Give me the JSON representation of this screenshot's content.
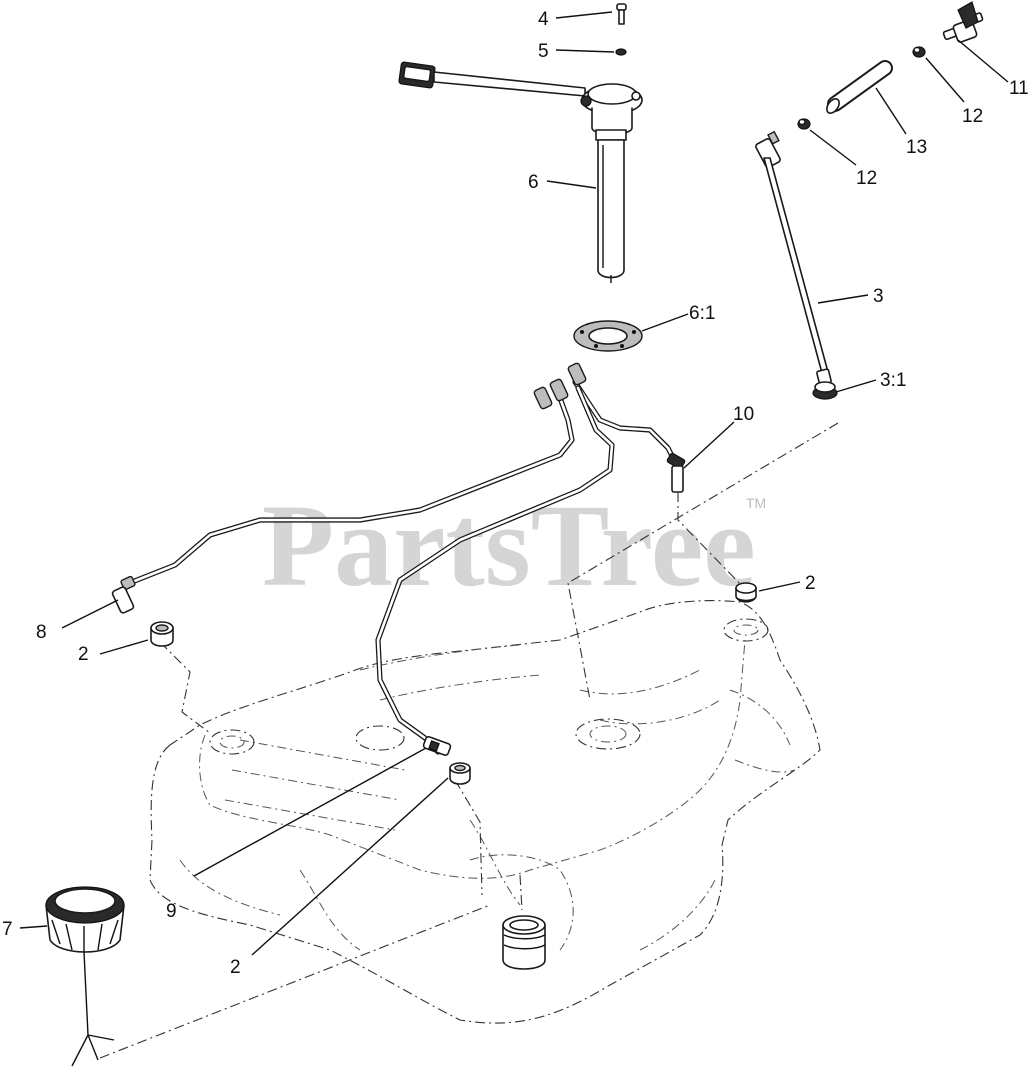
{
  "watermark": {
    "text": "PartsTree",
    "trademark": "TM"
  },
  "callouts": [
    {
      "id": "c4",
      "label": "4"
    },
    {
      "id": "c5",
      "label": "5"
    },
    {
      "id": "c6",
      "label": "6"
    },
    {
      "id": "c6_1",
      "label": "6:1"
    },
    {
      "id": "c11",
      "label": "11"
    },
    {
      "id": "c12a",
      "label": "12"
    },
    {
      "id": "c12b",
      "label": "12"
    },
    {
      "id": "c13",
      "label": "13"
    },
    {
      "id": "c3",
      "label": "3"
    },
    {
      "id": "c3_1",
      "label": "3:1"
    },
    {
      "id": "c10",
      "label": "10"
    },
    {
      "id": "c2a",
      "label": "2"
    },
    {
      "id": "c8",
      "label": "8"
    },
    {
      "id": "c2b",
      "label": "2"
    },
    {
      "id": "c9",
      "label": "9"
    },
    {
      "id": "c2c",
      "label": "2"
    },
    {
      "id": "c7",
      "label": "7"
    }
  ]
}
